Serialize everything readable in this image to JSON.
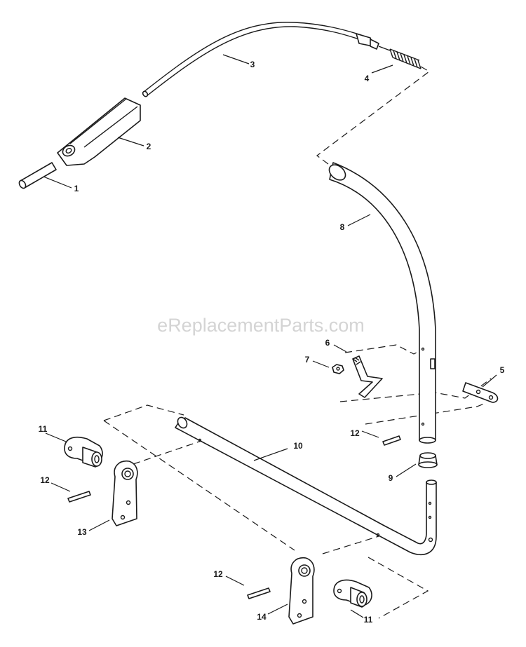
{
  "watermark": "eReplacementParts.com",
  "callouts": [
    {
      "id": "c1",
      "text": "1"
    },
    {
      "id": "c2",
      "text": "2"
    },
    {
      "id": "c3",
      "text": "3"
    },
    {
      "id": "c4",
      "text": "4"
    },
    {
      "id": "c5",
      "text": "5"
    },
    {
      "id": "c6",
      "text": "6"
    },
    {
      "id": "c7",
      "text": "7"
    },
    {
      "id": "c8",
      "text": "8"
    },
    {
      "id": "c9",
      "text": "9"
    },
    {
      "id": "c10",
      "text": "10"
    },
    {
      "id": "c11a",
      "text": "11"
    },
    {
      "id": "c11b",
      "text": "11"
    },
    {
      "id": "c12a",
      "text": "12"
    },
    {
      "id": "c12b",
      "text": "12"
    },
    {
      "id": "c12c",
      "text": "12"
    },
    {
      "id": "c13",
      "text": "13"
    },
    {
      "id": "c14",
      "text": "14"
    }
  ]
}
